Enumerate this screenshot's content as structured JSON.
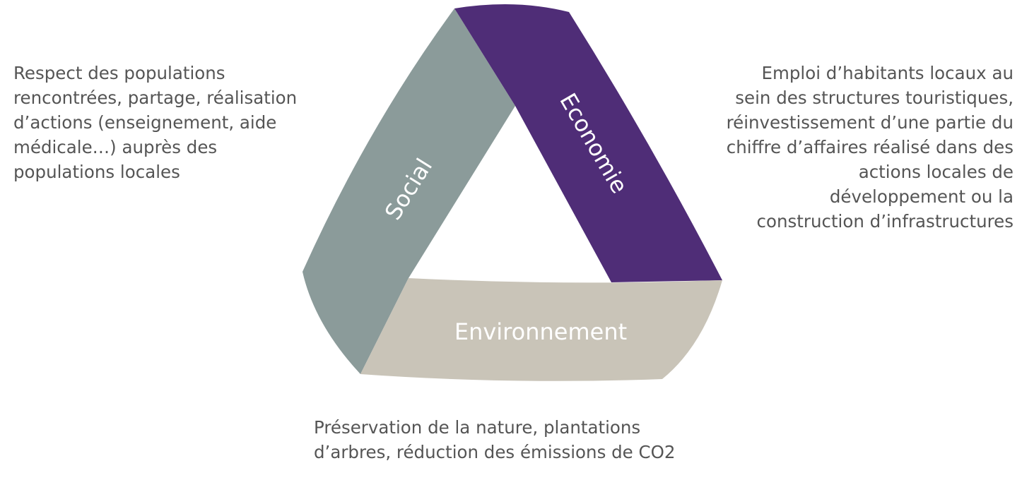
{
  "diagram": {
    "pillars": [
      {
        "id": "social",
        "label": "Social",
        "color": "#8B9B9A",
        "description": [
          "Respect des populations",
          "rencontrées, partage, réalisation",
          "d’actions (enseignement, aide",
          "médicale…) auprès des",
          "populations locales"
        ]
      },
      {
        "id": "economie",
        "label": "Economie",
        "color": "#4F2D77",
        "description": [
          "Emploi d’habitants locaux au",
          "sein des structures touristiques,",
          "réinvestissement d’une partie du",
          "chiffre d’affaires réalisé dans des",
          "actions locales de",
          "développement ou la",
          "construction d’infrastructures"
        ]
      },
      {
        "id": "environnement",
        "label": "Environnement",
        "color": "#C9C4B8",
        "description": [
          "Préservation de la nature, plantations",
          "d’arbres, réduction des émissions de CO2"
        ]
      }
    ]
  }
}
